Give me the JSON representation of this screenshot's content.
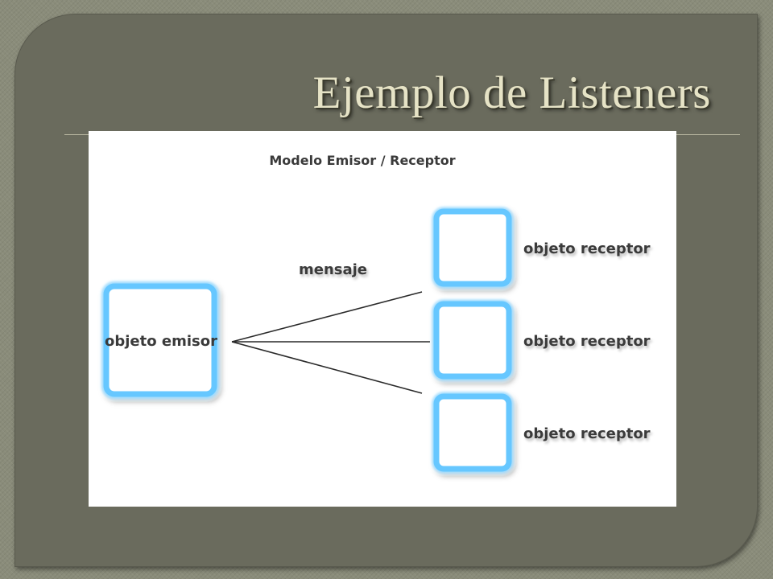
{
  "slide": {
    "title": "Ejemplo de Listeners"
  },
  "diagram": {
    "heading": "Modelo Emisor / Receptor",
    "message_label": "mensaje",
    "emitter": {
      "label": "objeto emisor"
    },
    "receivers": [
      {
        "label": "objeto receptor"
      },
      {
        "label": "objeto receptor"
      },
      {
        "label": "objeto receptor"
      }
    ]
  },
  "colors": {
    "slide_background": "#6a6b5d",
    "title_text": "#e6e3c6",
    "box_glow": "#66c7ff",
    "diagram_text": "#3a3a3a"
  }
}
